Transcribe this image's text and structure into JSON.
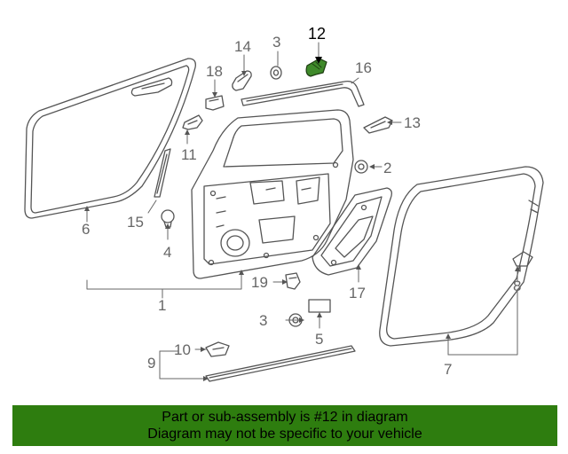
{
  "colors": {
    "line": "#555555",
    "label": "#666666",
    "highlight_part": "#3f8a2a",
    "banner_bg": "#2e7d0f",
    "banner_text": "#000000"
  },
  "labels": {
    "p1": "1",
    "p2": "2",
    "p3a": "3",
    "p3b": "3",
    "p4": "4",
    "p5": "5",
    "p6": "6",
    "p7": "7",
    "p8": "8",
    "p9": "9",
    "p10": "10",
    "p11": "11",
    "p12": "12",
    "p13": "13",
    "p14": "14",
    "p15": "15",
    "p16": "16",
    "p17": "17",
    "p18": "18",
    "p19": "19"
  },
  "banner": {
    "line1": "Part or sub-assembly is #12 in diagram",
    "line2": "Diagram may not be specific to your vehicle"
  }
}
